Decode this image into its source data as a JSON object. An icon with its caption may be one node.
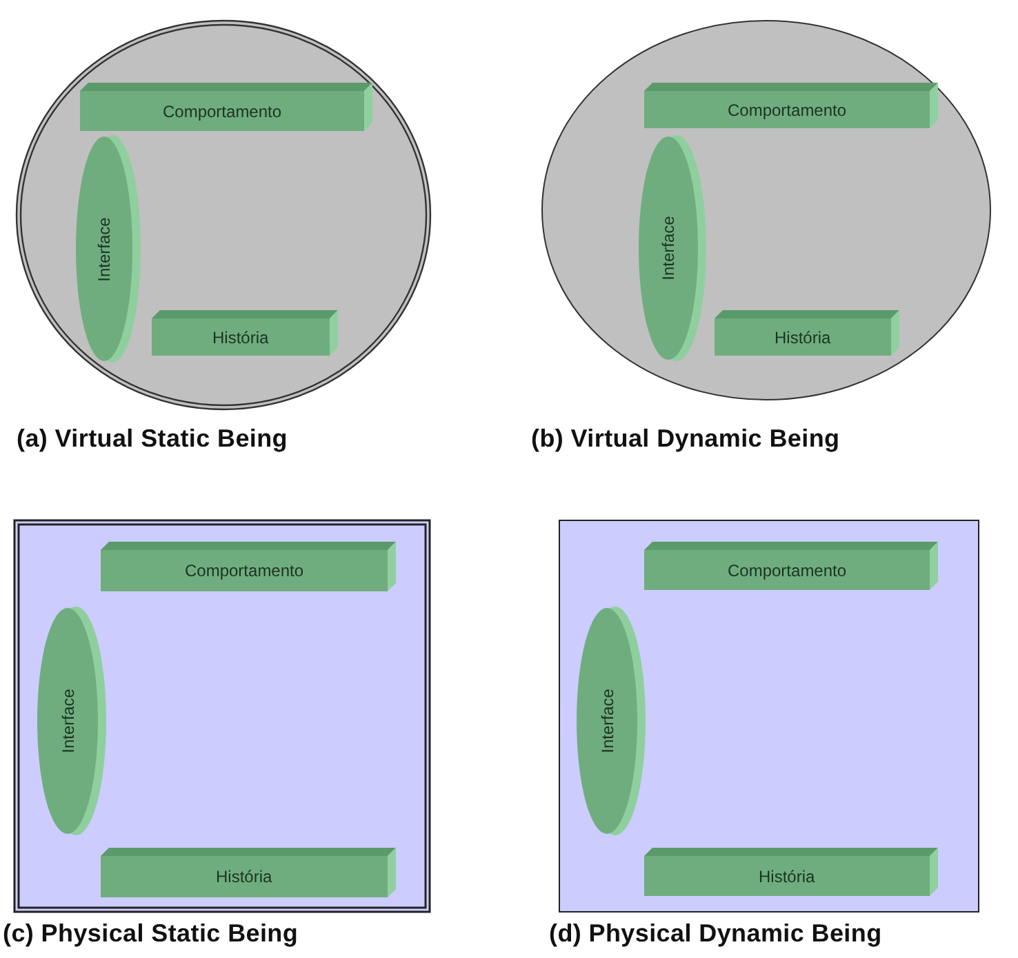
{
  "diagram": {
    "nodes": [
      {
        "text": [
          "(a) Virtual Static Being"
        ]
      },
      {
        "text": [
          "Comportamento"
        ],
        "in": 0
      },
      {
        "text": [
          "Interface"
        ],
        "in": 0
      },
      {
        "text": [
          "História"
        ],
        "in": 0
      },
      {
        "text": [
          "(b) Virtual Dynamic Being"
        ]
      },
      {
        "text": [
          "Comportamento"
        ],
        "in": 4
      },
      {
        "text": [
          "Interface"
        ],
        "in": 4
      },
      {
        "text": [
          "História"
        ],
        "in": 4
      },
      {
        "text": [
          "(c) Physical Static Being"
        ]
      },
      {
        "text": [
          "Comportamento"
        ],
        "in": 8
      },
      {
        "text": [
          "Interface"
        ],
        "in": 8
      },
      {
        "text": [
          "História"
        ],
        "in": 8
      },
      {
        "text": [
          "(d) Physical Dynamic Being"
        ]
      },
      {
        "text": [
          "Comportamento"
        ],
        "in": 12
      },
      {
        "text": [
          "Interface"
        ],
        "in": 12
      },
      {
        "text": [
          "História"
        ],
        "in": 12
      }
    ]
  }
}
